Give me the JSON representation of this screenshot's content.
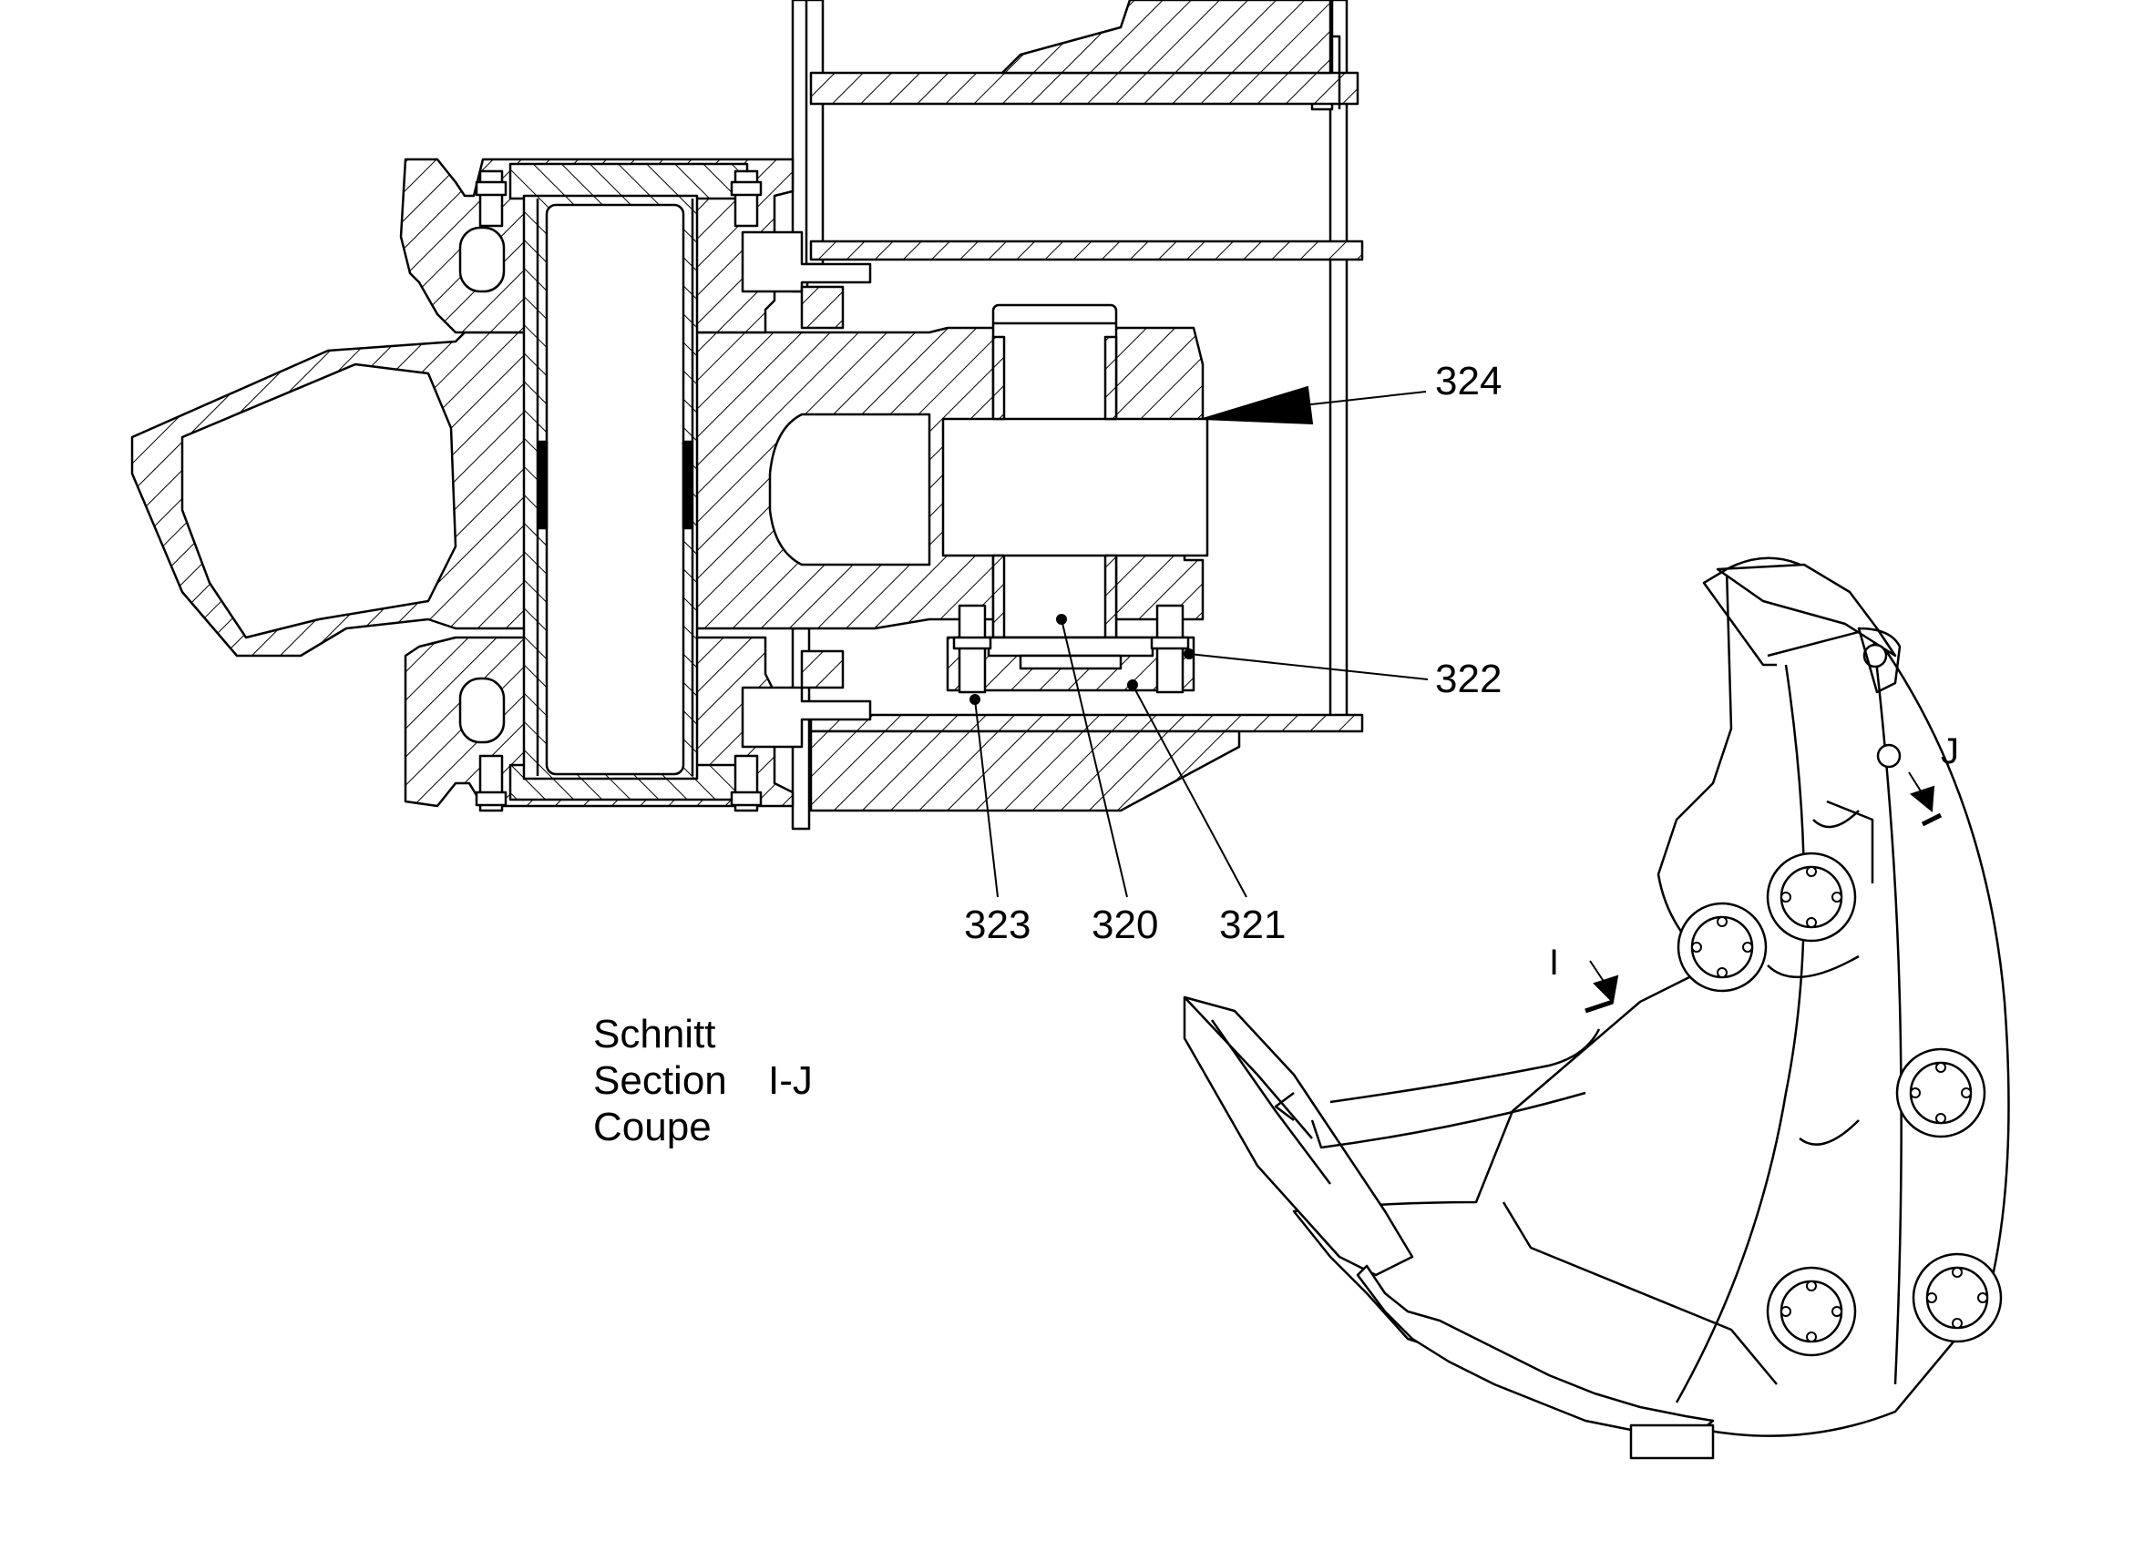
{
  "callouts": {
    "c324": "324",
    "c322": "322",
    "c323": "323",
    "c320": "320",
    "c321": "321"
  },
  "section_title": {
    "line1": "Schnitt",
    "line2": "Section",
    "line3": "Coupe",
    "section_id": "I-J"
  },
  "section_marks": {
    "i": "I",
    "j": "J"
  }
}
